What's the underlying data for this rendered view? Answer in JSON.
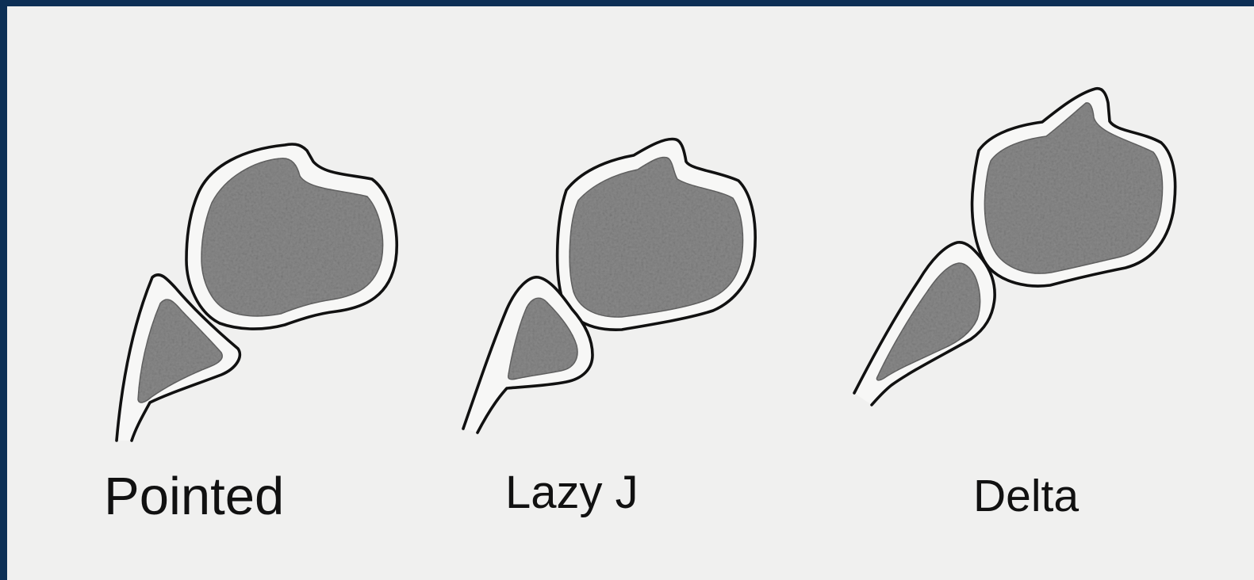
{
  "figure": {
    "frame_color": "#0d2f55",
    "paper_color": "#f0f0ef",
    "outline_color": "#111111",
    "fill_color": "#8a8a8a",
    "labels": {
      "pointed": "Pointed",
      "lazy_j": "Lazy J",
      "delta": "Delta"
    }
  }
}
